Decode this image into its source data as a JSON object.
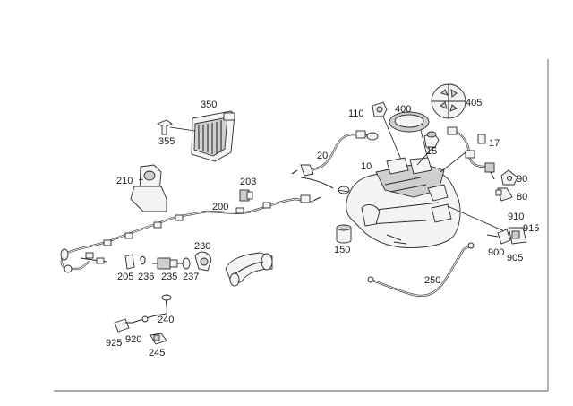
{
  "labels": {
    "l350": "350",
    "l355": "355",
    "l110": "110",
    "l400": "400",
    "l405": "405",
    "l20": "20",
    "l10": "10",
    "l15": "15",
    "l17": "17",
    "l90": "90",
    "l80": "80",
    "l210": "210",
    "l203": "203",
    "l200": "200",
    "l910": "910",
    "l915": "915",
    "l900": "900",
    "l905": "905",
    "l150": "150",
    "l230": "230",
    "l205": "205",
    "l236": "236",
    "l235": "235",
    "l237": "237",
    "l250": "250",
    "l240": "240",
    "l925": "925",
    "l920": "920",
    "l245": "245"
  },
  "colors": {
    "line": "#2b2b2b",
    "fill": "#f4f4f4",
    "shade": "#cfcfcf"
  }
}
